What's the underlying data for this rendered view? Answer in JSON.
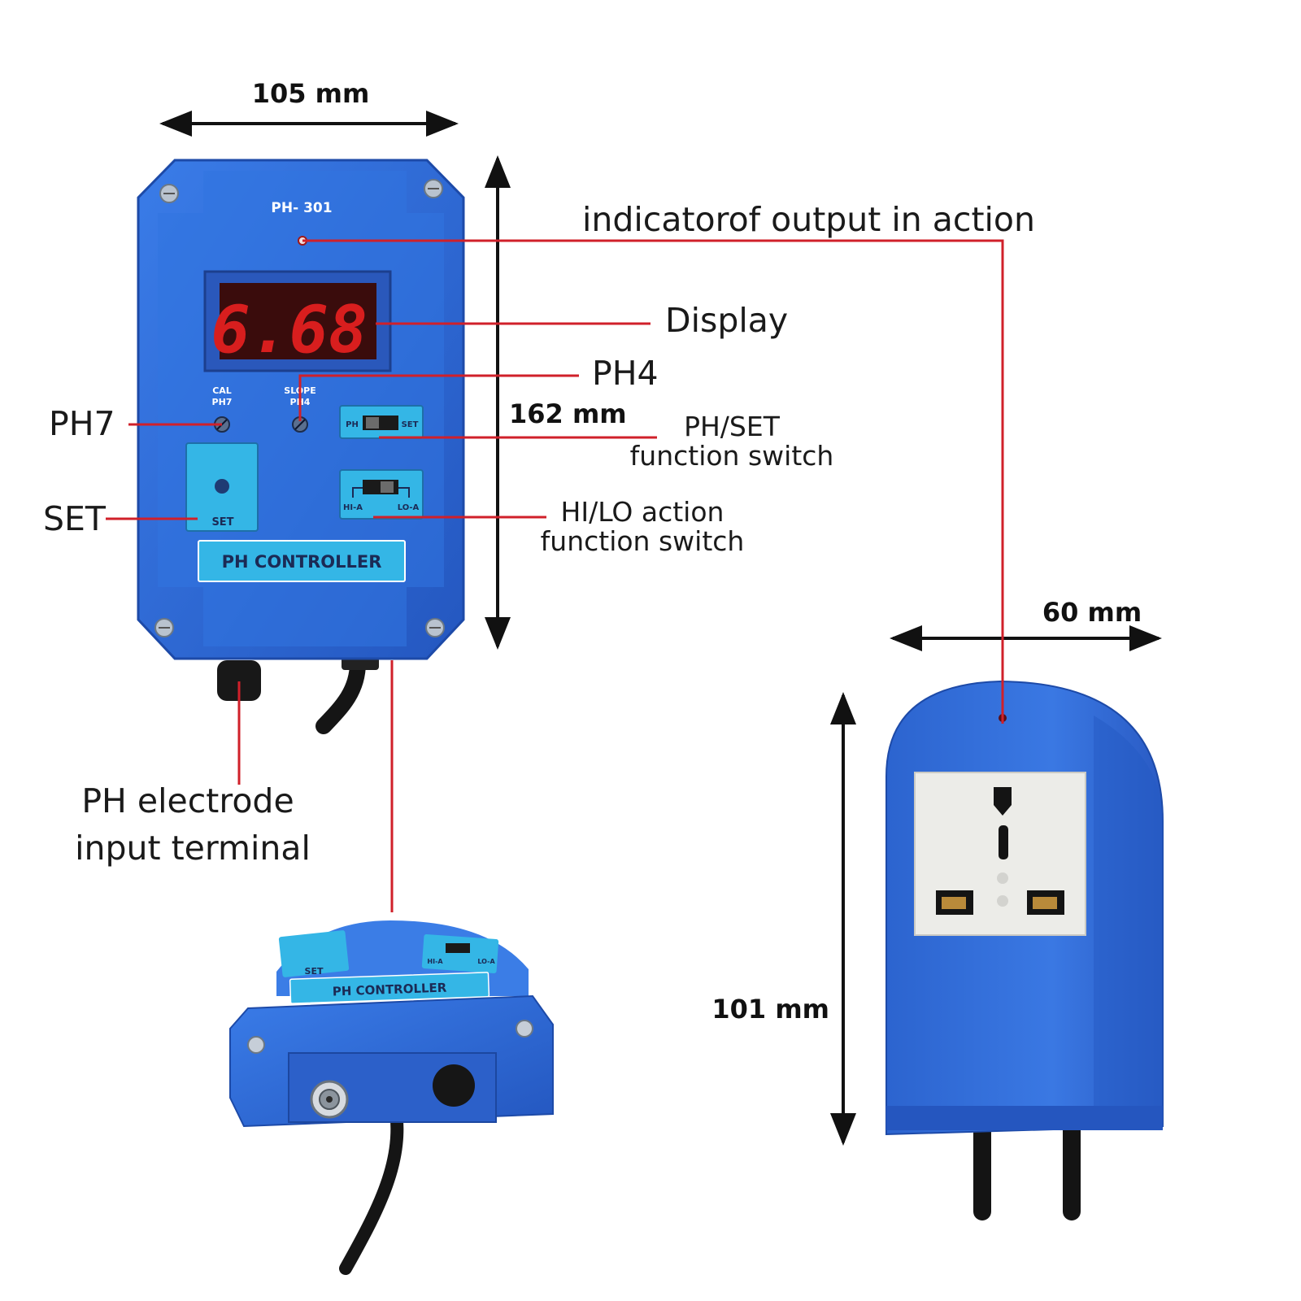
{
  "dimensions": {
    "width": "105 mm",
    "height": "162 mm",
    "plug_width": "60 mm",
    "plug_height": "101 mm"
  },
  "device": {
    "model": "PH- 301",
    "display_value": "6.68",
    "cal_label_1": "CAL",
    "cal_label_2": "PH7",
    "slope_label_1": "SLOPE",
    "slope_label_2": "PH4",
    "switch1_left": "PH",
    "switch1_right": "SET",
    "switch2_left": "HI-A",
    "switch2_right": "LO-A",
    "set_button_label": "SET",
    "nameplate": "PH CONTROLLER"
  },
  "bottom_view": {
    "set_label": "SET",
    "nameplate": "PH CONTROLLER",
    "switch_left": "HI-A",
    "switch_right": "LO-A"
  },
  "callouts": {
    "indicator": "indicatorof output in action",
    "display": "Display",
    "ph4": "PH4",
    "ph7": "PH7",
    "ph_set_1": "PH/SET",
    "ph_set_2": "function switch",
    "set": "SET",
    "hilo_1": "HI/LO action",
    "hilo_2": "function switch",
    "electrode_1": "PH electrode",
    "electrode_2": "input terminal"
  },
  "colors": {
    "housing_blue": "#2f6fd6",
    "panel_cyan": "#34b6e6",
    "callout_red": "#d0202a",
    "display_red": "#d81e1e"
  }
}
